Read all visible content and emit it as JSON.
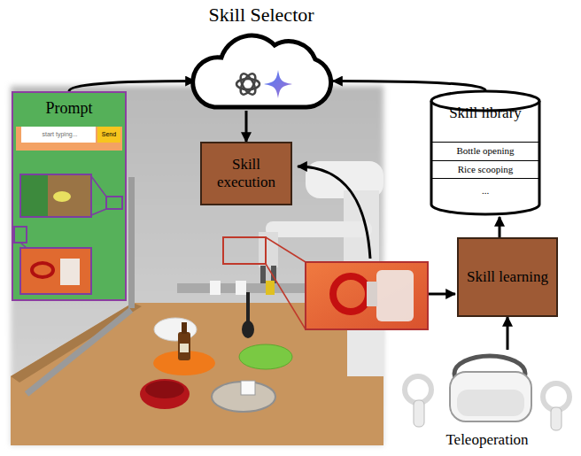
{
  "diagram": {
    "nodes": [
      {
        "text": [
          "Skill Selector"
        ]
      },
      {
        "text": [
          "Prompt"
        ]
      },
      {
        "text": [
          "start typing..."
        ],
        "in": 1
      },
      {
        "text": [
          "Send"
        ],
        "in": 1
      },
      {
        "text": [
          "Skill execution"
        ]
      },
      {
        "text": [
          "Skill library"
        ]
      },
      {
        "text": [
          "Bottle opening"
        ],
        "in": 5
      },
      {
        "text": [
          "Rice scooping"
        ],
        "in": 5
      },
      {
        "text": [
          "..."
        ],
        "in": 5
      },
      {
        "text": [
          "Skill learning"
        ]
      },
      {
        "text": [
          "Teleoperation"
        ]
      }
    ],
    "edges": [
      {
        "from": 1,
        "to": 0,
        "arrow": "to"
      },
      {
        "from": 5,
        "to": 0,
        "arrow": "to"
      },
      {
        "from": 0,
        "to": 4,
        "arrow": "to"
      },
      {
        "from": 9,
        "to": 5,
        "arrow": "to"
      },
      {
        "from": 10,
        "to": 9,
        "arrow": "to"
      }
    ]
  }
}
